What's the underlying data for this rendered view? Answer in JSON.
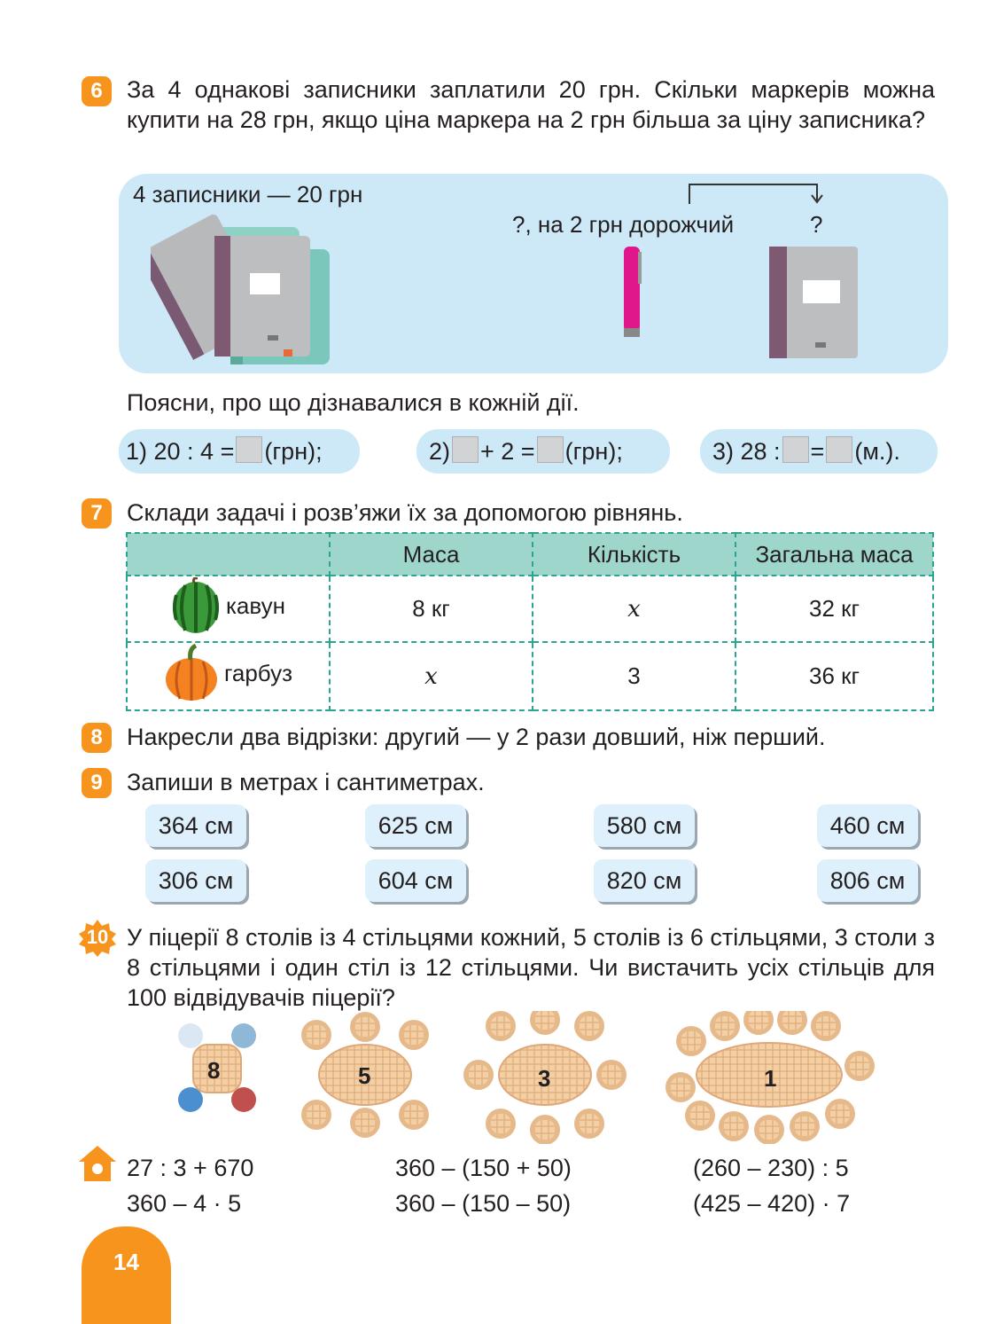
{
  "task6": {
    "number": "6",
    "text": "За 4 однакові записники заплатили 20 грн. Скільки маркерів можна купити на 28 грн, якщо ціна маркера на 2 грн більша за ціну записника?",
    "picture_label_left": "4 записники — 20 грн",
    "picture_label_marker": "?, на 2 грн дорожчий",
    "picture_label_q": "?",
    "explain": "Поясни, про що дізнавалися в кожній дії.",
    "step1_a": "1) 20 : 4 =",
    "step1_b": "(грн);",
    "step2_a": "2)",
    "step2_b": "+ 2 =",
    "step2_c": "(грн);",
    "step3_a": "3) 28 :",
    "step3_b": "=",
    "step3_c": "(м.)."
  },
  "task7": {
    "number": "7",
    "text": "Склади задачі  і розв’яжи їх за допомогою рівнянь.",
    "headers": [
      "",
      "Маса",
      "Кількість",
      "Загальна маса"
    ],
    "rows": [
      {
        "name": "кавун",
        "mass": "8 кг",
        "count": "x",
        "total": "32 кг"
      },
      {
        "name": "гарбуз",
        "mass": "x",
        "count": "3",
        "total": "36 кг"
      }
    ]
  },
  "task8": {
    "number": "8",
    "text": "Накресли два відрізки: другий — у 2 рази довший, ніж перший."
  },
  "task9": {
    "number": "9",
    "text": "Запиши в метрах і сантиметрах.",
    "values": [
      "364 см",
      "625 см",
      "580 см",
      "460 см",
      "306 см",
      "604 см",
      "820 см",
      "806 см"
    ]
  },
  "task10": {
    "number": "10",
    "text": "У піцерії 8 столів із 4 стільцями кожний, 5 столів із 6 стільцями, 3 столи з 8 стільцями і один стіл із 12 стільцями. Чи вистачить усіх стільців для 100 відвідувачів піцерії?",
    "tables": [
      "8",
      "5",
      "3",
      "1"
    ]
  },
  "homework": {
    "exprs": [
      "27 : 3 + 670",
      "360 – (150 + 50)",
      "(260 – 230) : 5",
      "360 – 4 · 5",
      "360 – (150 – 50)",
      "(425 – 420) · 7"
    ]
  },
  "page_number": "14",
  "colors": {
    "accent": "#f7941d",
    "panel": "#cde9f7",
    "table_header": "#9fd6cb",
    "table_border": "#2aa58f",
    "card": "#ddf0fb"
  }
}
